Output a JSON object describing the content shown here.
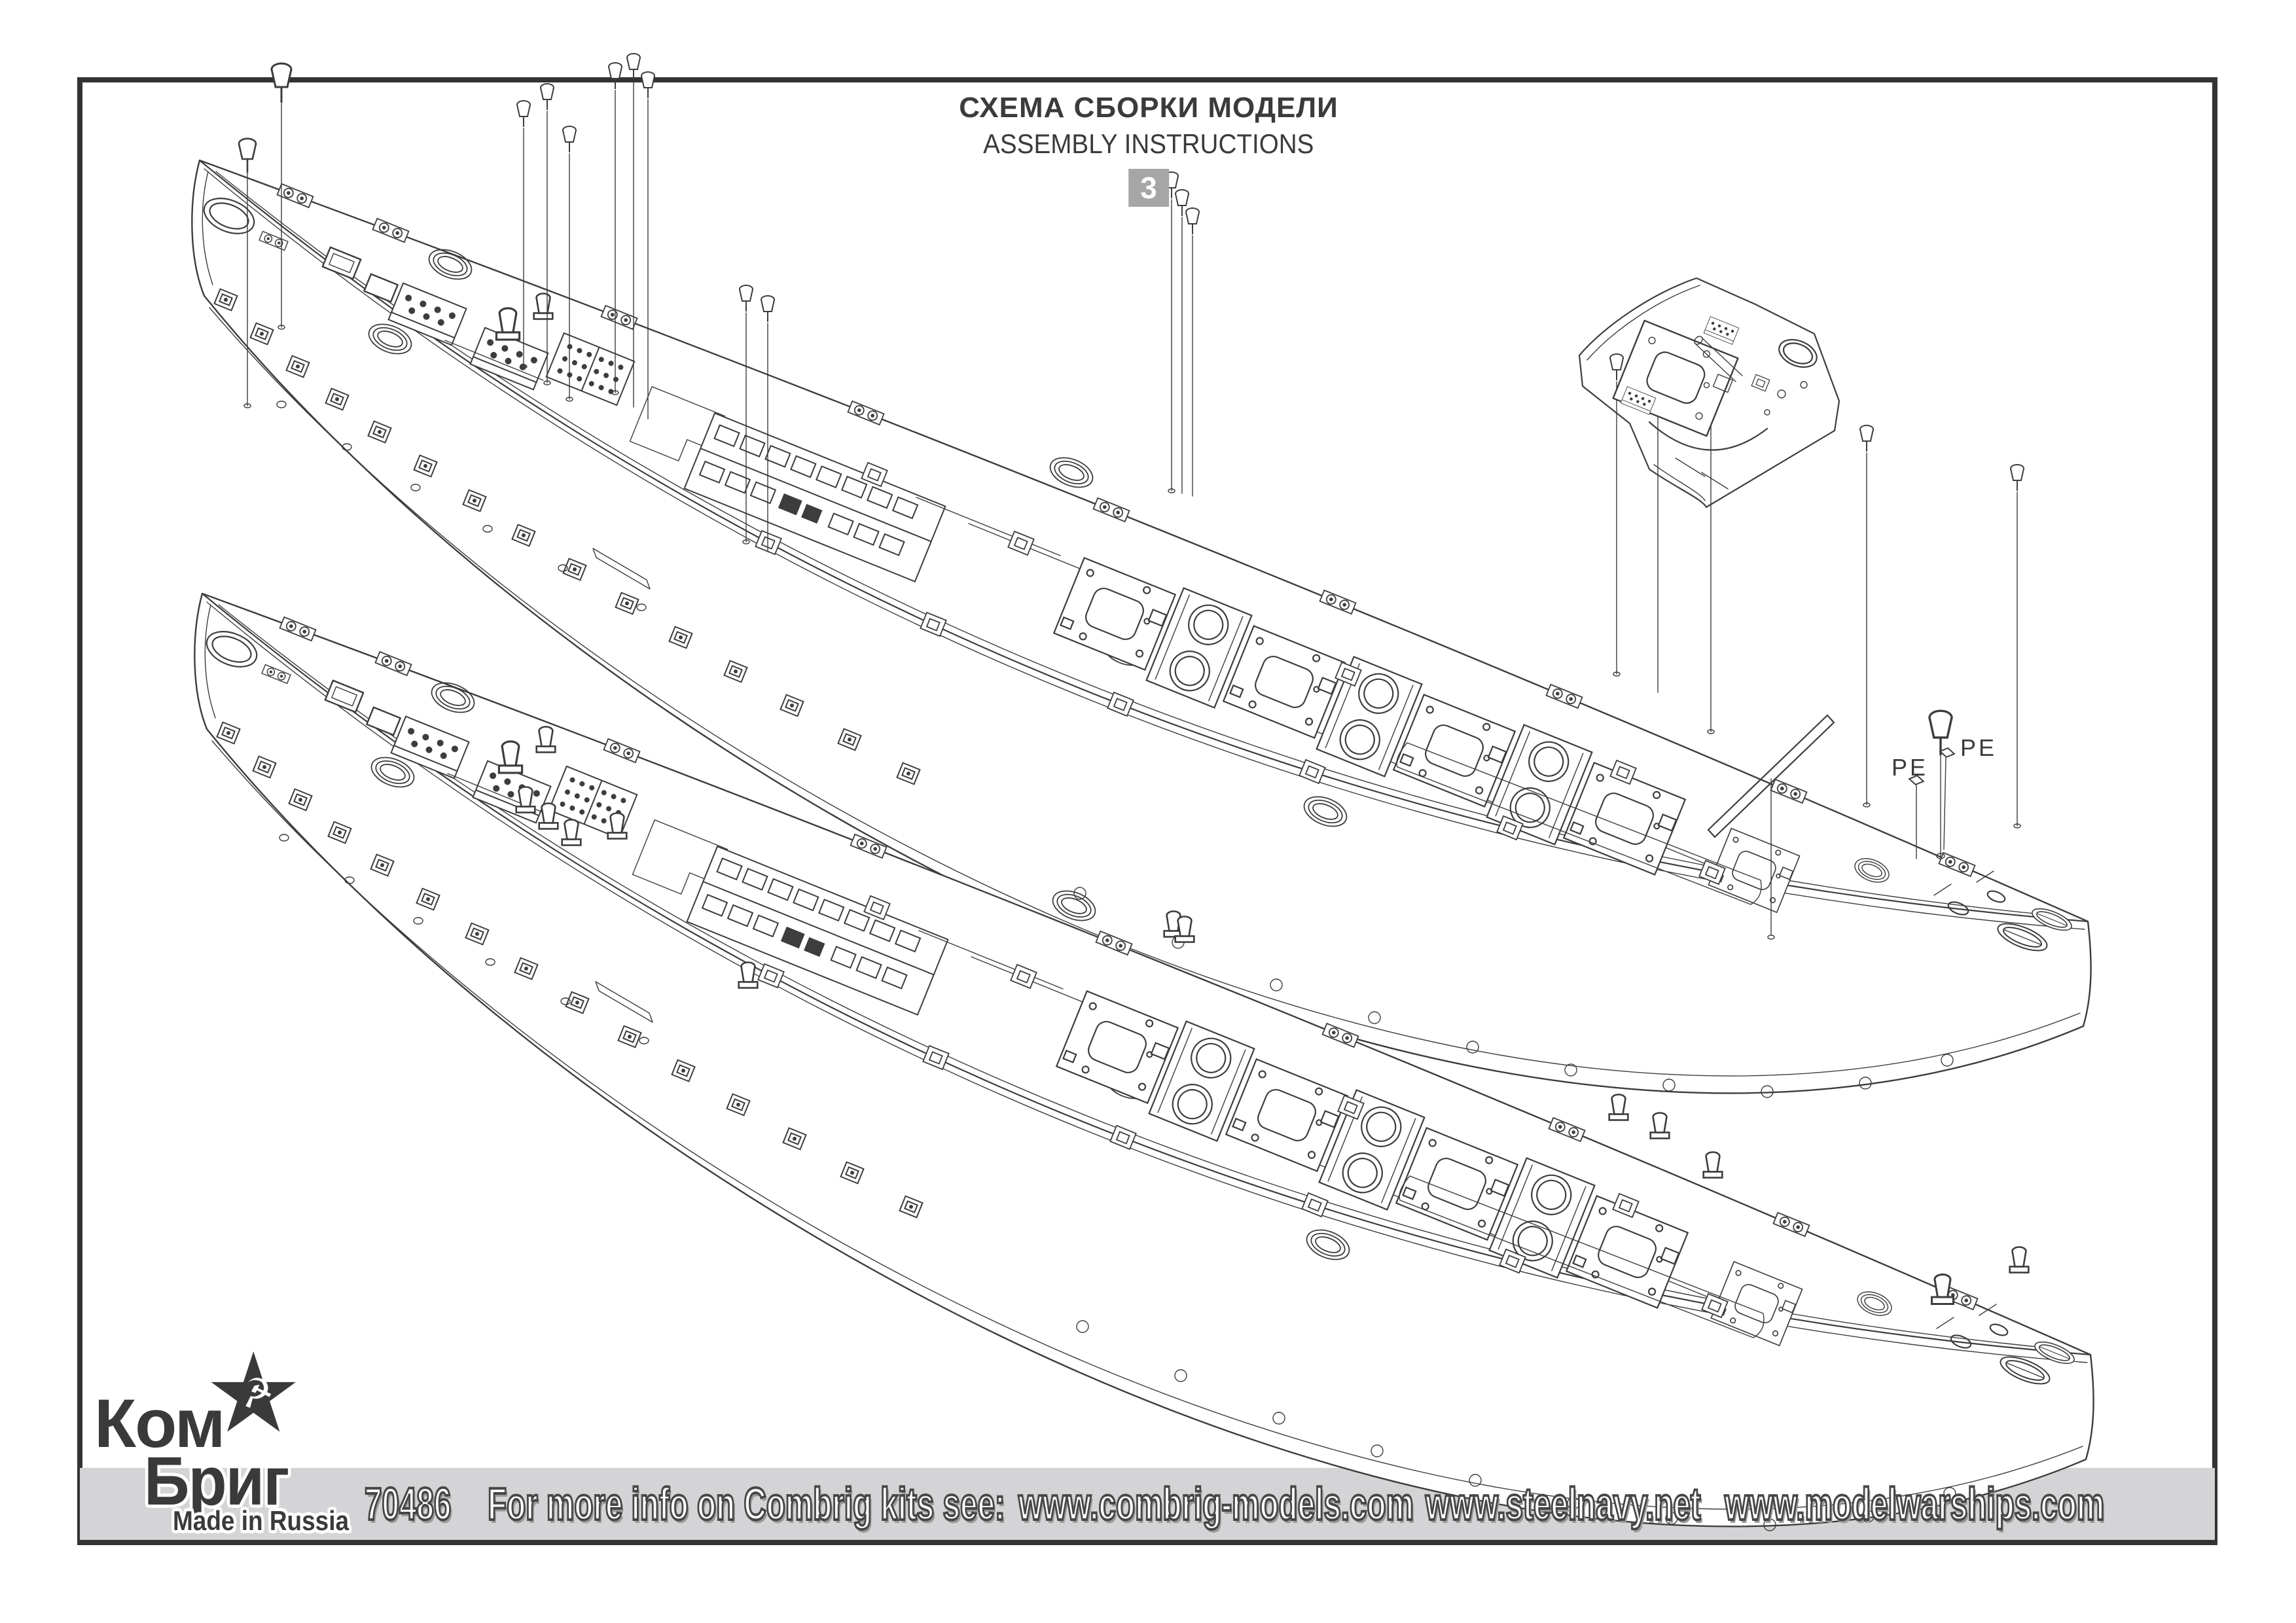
{
  "header": {
    "title_ru": "СХЕМА СБОРКИ МОДЕЛИ",
    "title_en": "ASSEMBLY INSTRUCTIONS",
    "step": "3"
  },
  "callouts": {
    "pe_left": "PE",
    "pe_right": "PE"
  },
  "footer": {
    "kit_number": "70486",
    "info": "For more info on Combrig kits see:",
    "site1": "www.combrig-models.com",
    "site2": "www.steelnavy.net",
    "site3": "www.modelwarships.com"
  },
  "logo": {
    "line1": "Ком",
    "line2": "Бриг",
    "tagline": "Made in Russia",
    "star_icon": "★",
    "hammer_sickle_icon": "☭"
  },
  "colors": {
    "line_art": "#3d3d3d",
    "frame": "#333333",
    "step_badge_bg": "#a6a6a6",
    "footer_bar_bg": "#d4d4d6",
    "text": "#3b3b3b",
    "outline_text_fill": "#ffffff"
  }
}
